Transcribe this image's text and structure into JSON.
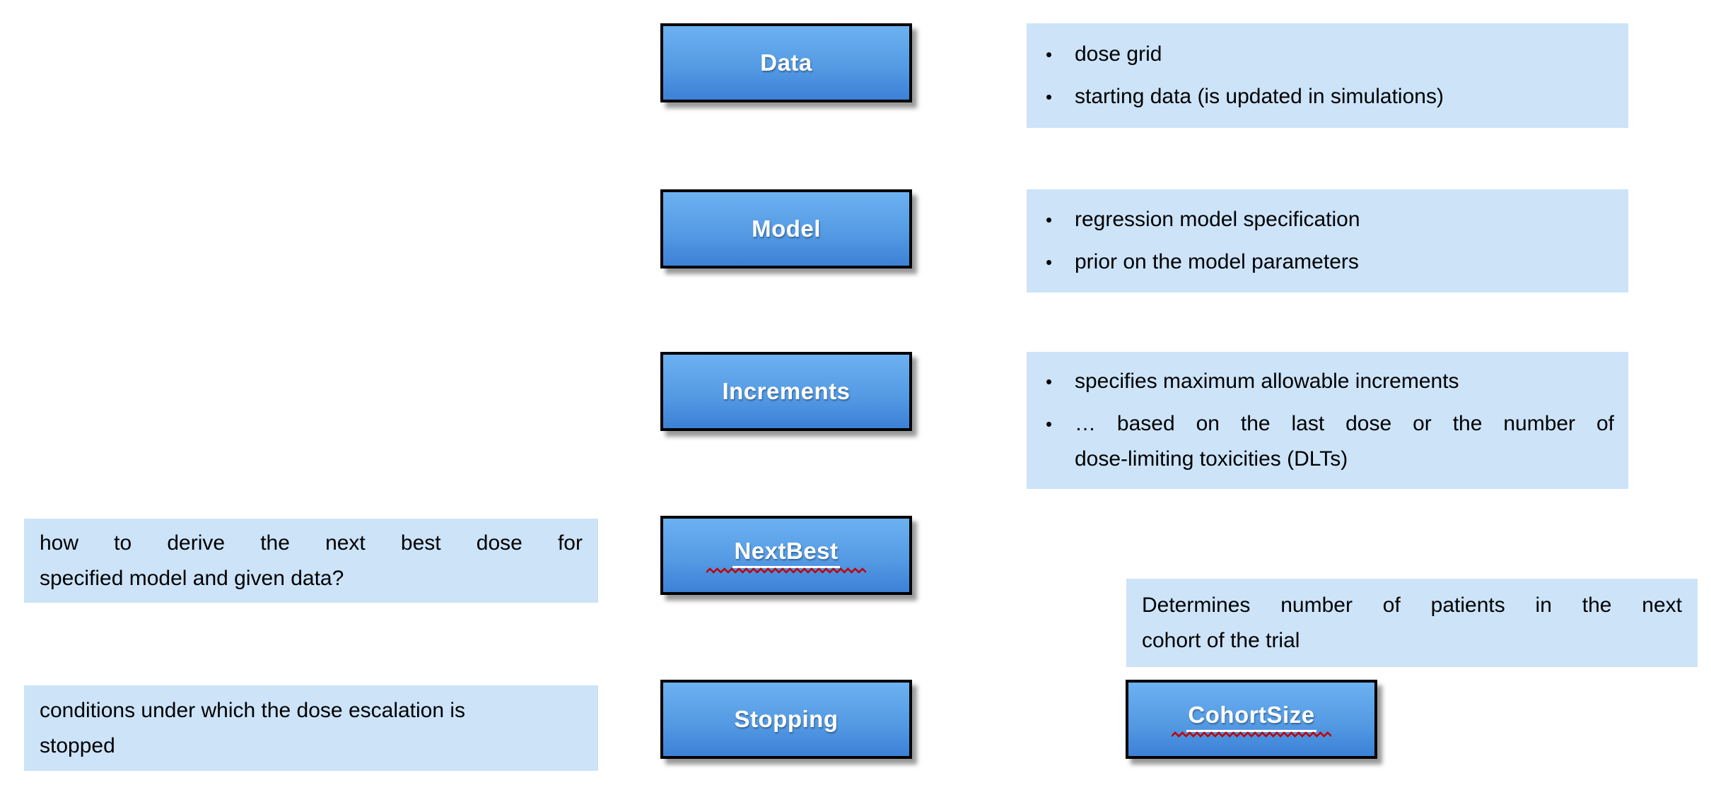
{
  "buttons": {
    "data": "Data",
    "model": "Model",
    "increments": "Increments",
    "nextbest": "NextBest",
    "stopping": "Stopping",
    "cohortsize": "CohortSize"
  },
  "notes": {
    "data_bullet1": "dose grid",
    "data_bullet2": "starting data (is updated in simulations)",
    "model_bullet1": "regression model specification",
    "model_bullet2": "prior on the model parameters",
    "increments_bullet1": "specifies maximum allowable increments",
    "increments_bullet2_line1": "… based on the last dose or the number of",
    "increments_bullet2_line2": "dose-limiting toxicities (DLTs)",
    "nextbest_note_line1": "how to derive the next best dose for",
    "nextbest_note_line2": "specified model and given data?",
    "stopping_note_line1": "conditions under which the dose escalation is",
    "stopping_note_line2": "stopped",
    "cohortsize_note_line1": "Determines number of patients in the next",
    "cohortsize_note_line2": "cohort of the trial"
  },
  "glyphs": {
    "bullet": "•"
  },
  "colors": {
    "button_gradient_top": "#6CB1F1",
    "button_gradient_bottom": "#3C81D6",
    "button_border": "#000000",
    "button_text": "#FFFFFF",
    "note_background": "#CCE3F8",
    "note_text": "#000000",
    "spellcheck_squiggle": "#C00000"
  }
}
